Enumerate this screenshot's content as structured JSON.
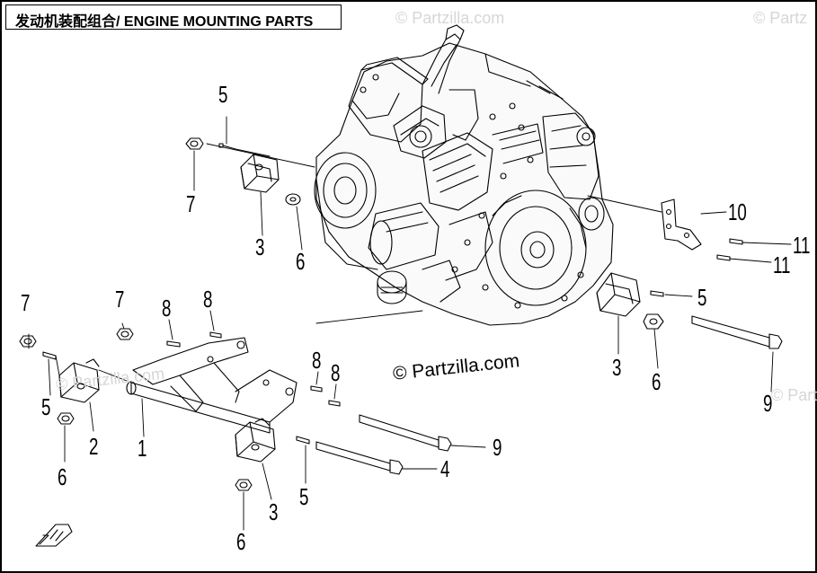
{
  "title": "发动机装配组合/ ENGINE MOUNTING PARTS",
  "watermarks": {
    "center": "© Partzilla.com",
    "top_a": "© Partzilla.com",
    "top_b": "© Partz",
    "left_mid": "© Partzilla.com",
    "right_mid": "© Parts"
  },
  "callouts": [
    {
      "id": "c5-top",
      "label": "5"
    },
    {
      "id": "c7-top",
      "label": "7"
    },
    {
      "id": "c3-top",
      "label": "3"
    },
    {
      "id": "c6-top",
      "label": "6"
    },
    {
      "id": "c10",
      "label": "10"
    },
    {
      "id": "c11-a",
      "label": "11"
    },
    {
      "id": "c11-b",
      "label": "11"
    },
    {
      "id": "c5-right",
      "label": "5"
    },
    {
      "id": "c3-right",
      "label": "3"
    },
    {
      "id": "c6-right",
      "label": "6"
    },
    {
      "id": "c9-right",
      "label": "9"
    },
    {
      "id": "c7-left",
      "label": "7"
    },
    {
      "id": "c7-mid",
      "label": "7"
    },
    {
      "id": "c8-a",
      "label": "8"
    },
    {
      "id": "c8-b",
      "label": "8"
    },
    {
      "id": "c8-c",
      "label": "8"
    },
    {
      "id": "c8-d",
      "label": "8"
    },
    {
      "id": "c5-left",
      "label": "5"
    },
    {
      "id": "c2",
      "label": "2"
    },
    {
      "id": "c1",
      "label": "1"
    },
    {
      "id": "c6-left",
      "label": "6"
    },
    {
      "id": "c9-mid",
      "label": "9"
    },
    {
      "id": "c4",
      "label": "4"
    },
    {
      "id": "c5-bottom",
      "label": "5"
    },
    {
      "id": "c3-bottom",
      "label": "3"
    },
    {
      "id": "c6-bottom",
      "label": "6"
    }
  ]
}
